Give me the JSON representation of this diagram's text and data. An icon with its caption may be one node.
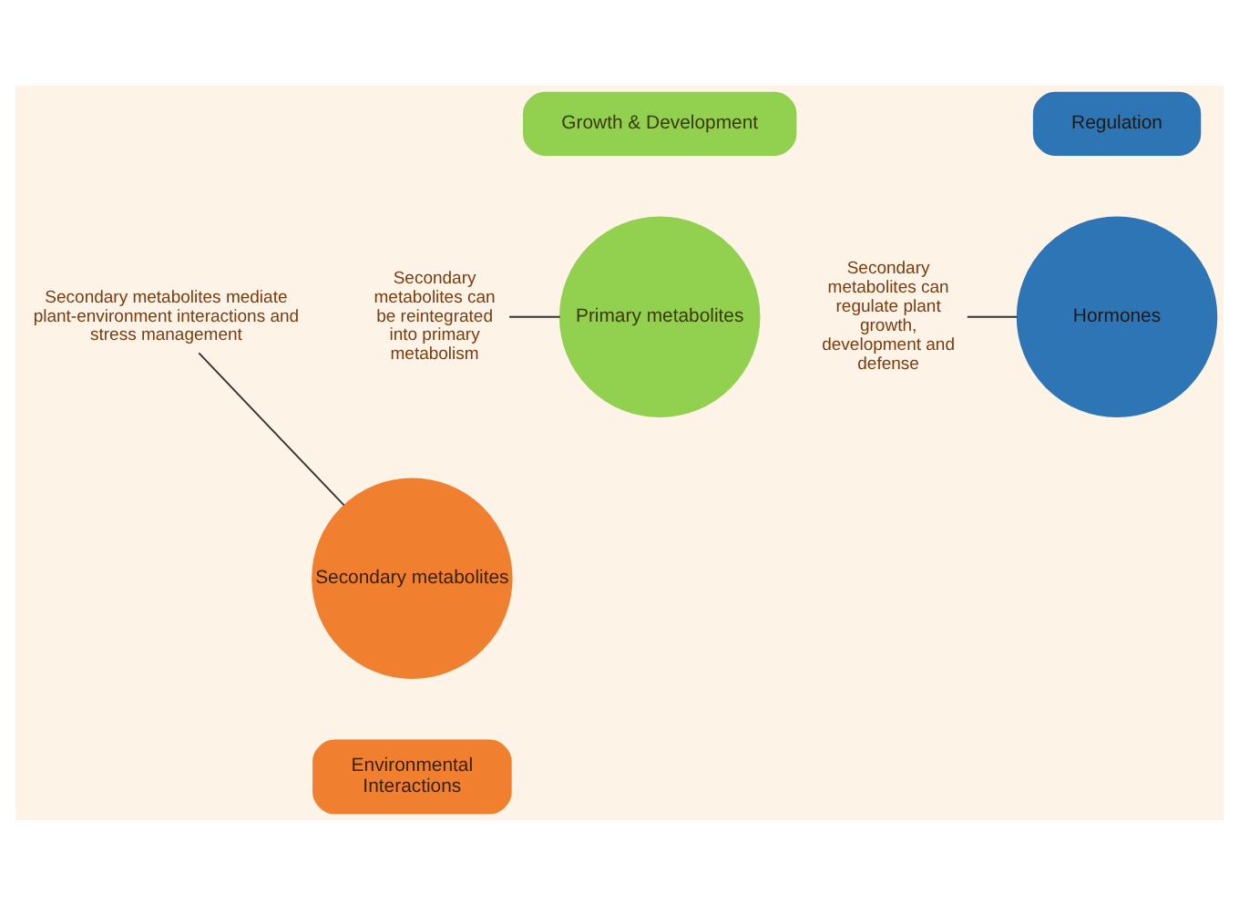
{
  "diagram": {
    "nodes": [
      {
        "text": [
          "Growth & Development"
        ]
      },
      {
        "text": [
          "Regulation"
        ]
      },
      {
        "text": [
          "Environmental Interactions"
        ]
      },
      {
        "text": [
          "Primary metabolites"
        ]
      },
      {
        "text": [
          "Hormones"
        ]
      },
      {
        "text": [
          "Secondary metabolites"
        ]
      },
      {
        "text": [
          "Secondary metabolites can be reintegrated into primary metabolism"
        ]
      },
      {
        "text": [
          "Secondary metabolites can regulate plant growth, development and defense"
        ]
      },
      {
        "text": [
          "Secondary metabolites mediate plant-environment interactions and stress management"
        ]
      }
    ],
    "edges": [
      {
        "from": 6,
        "to": 3,
        "arrow": "none"
      },
      {
        "from": 7,
        "to": 4,
        "arrow": "none"
      },
      {
        "from": 8,
        "to": 5,
        "arrow": "none"
      }
    ]
  }
}
